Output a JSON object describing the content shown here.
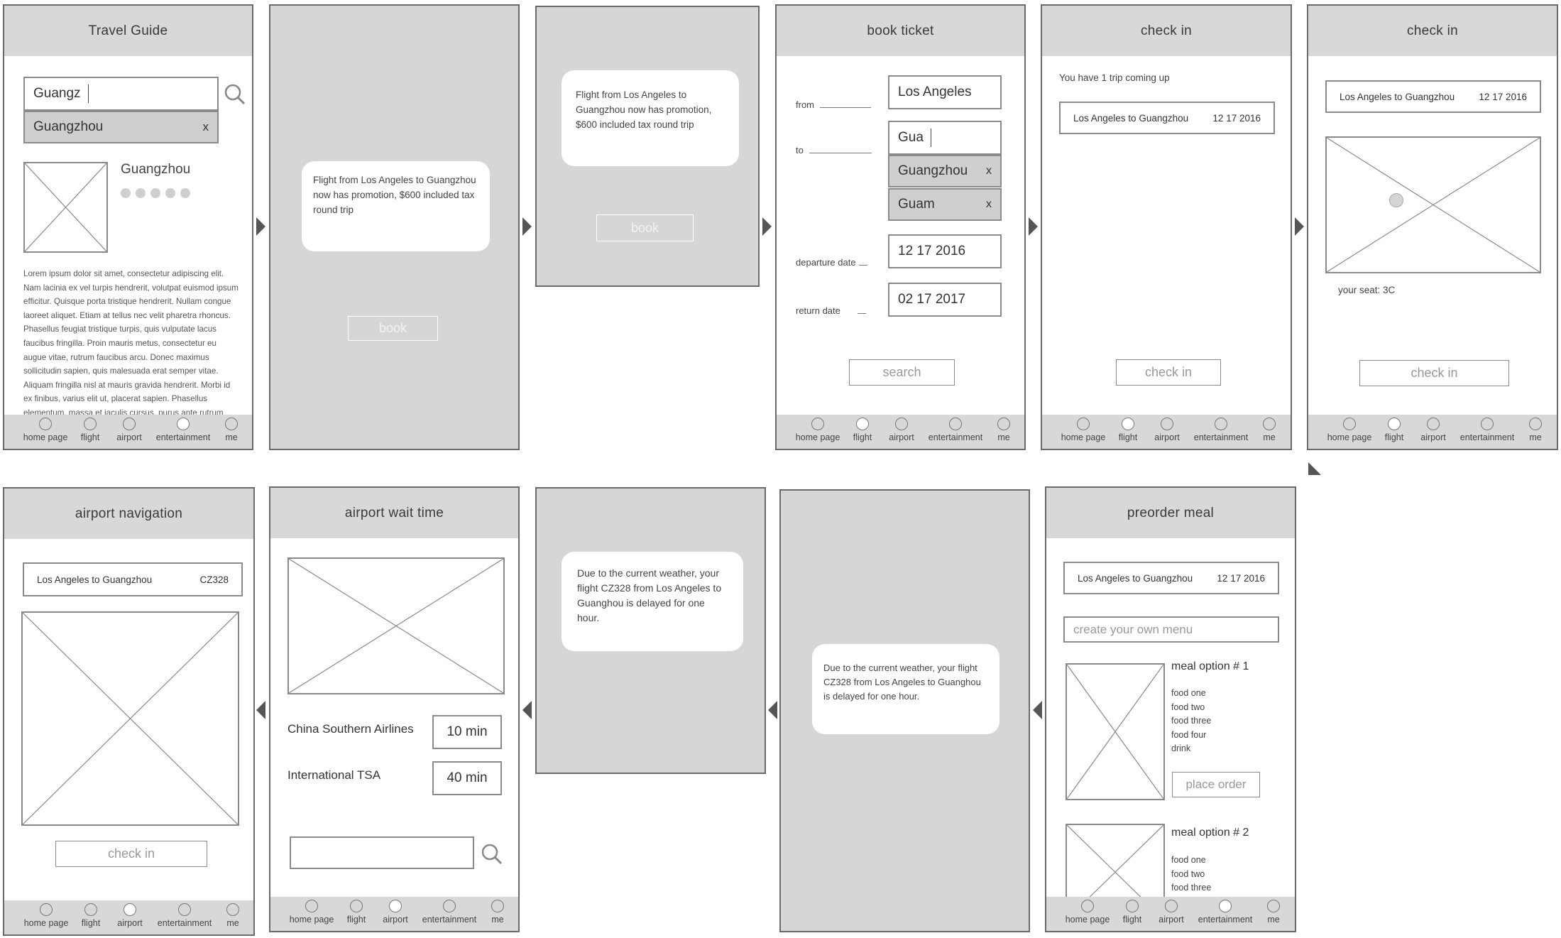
{
  "nav": [
    "home page",
    "flight",
    "airport",
    "entertainment",
    "me"
  ],
  "s1": {
    "title": "Travel Guide",
    "search_value": "Guangz",
    "suggestion": "Guangzhou",
    "suggestion_close": "x",
    "city": "Guangzhou",
    "lorem": "Lorem ipsum dolor sit amet, consectetur adipiscing elit. Nam lacinia ex vel turpis hendrerit, volutpat euismod ipsum efficitur. Quisque porta tristique hendrerit. Nullam congue laoreet aliquet. Etiam at tellus nec velit pharetra rhoncus. Phasellus feugiat tristique turpis, quis vulputate lacus faucibus fringilla. Proin mauris metus, consectetur eu augue vitae, rutrum faucibus arcu. Donec maximus sollicitudin sapien, quis malesuada erat semper vitae. Aliquam fringilla nisl at mauris gravida hendrerit. Morbi id ex finibus, varius elit ut, placerat sapien. Phasellus elementum, massa et iaculis cursus, purus ante rutrum"
  },
  "s2": {
    "popup": "Flight from Los Angeles to Guangzhou now has promotion, $600 included tax round trip",
    "button": "book"
  },
  "s3": {
    "popup": "Flight from Los Angeles to Guangzhou now has promotion, $600 included tax round trip",
    "button": "book"
  },
  "s4": {
    "title": "book ticket",
    "from_label": "from",
    "from_value": "Los Angeles",
    "to_label": "to",
    "to_value": "Gua",
    "option1": "Guangzhou",
    "option2": "Guam",
    "close": "x",
    "depart_label": "departure date",
    "depart_value": "12 17 2016",
    "return_label": "return date",
    "return_value": "02 17 2017",
    "button": "search"
  },
  "s5": {
    "title": "check in",
    "note": "You have 1 trip coming up",
    "trip": "Los Angeles to Guangzhou",
    "date": "12 17 2016",
    "button": "check in"
  },
  "s6": {
    "title": "check in",
    "trip": "Los Angeles to Guangzhou",
    "date": "12 17 2016",
    "seat": "your seat: 3C",
    "button": "check in"
  },
  "s7": {
    "title": "airport navigation",
    "trip": "Los Angeles to Guangzhou",
    "flight": "CZ328",
    "button": "check in"
  },
  "s8": {
    "title": "airport wait time",
    "row1_label": "China Southern Airlines",
    "row1_value": "10 min",
    "row2_label": "International TSA",
    "row2_value": "40 min"
  },
  "s9": {
    "popup": "Due to the current weather, your flight CZ328 from Los Angeles to Guanghou is delayed for one hour."
  },
  "s10": {
    "popup": "Due to the current weather, your flight CZ328 from Los Angeles to Guanghou is delayed for one hour."
  },
  "s11": {
    "title": "preorder meal",
    "trip": "Los Angeles to Guangzhou",
    "date": "12 17 2016",
    "menu_placeholder": "create your own menu",
    "option1": "meal option # 1",
    "option1_items": [
      "food one",
      "food two",
      "food three",
      "food four",
      "drink"
    ],
    "order_button": "place order",
    "option2": "meal option # 2",
    "option2_items": [
      "food one",
      "food two",
      "food three"
    ]
  }
}
